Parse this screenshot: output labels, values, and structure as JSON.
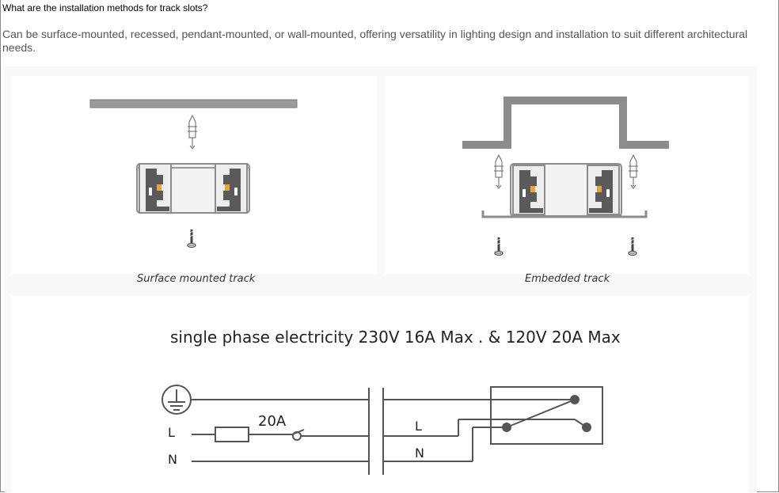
{
  "question": "What are the installation methods for track slots?",
  "answer": "Can be surface-mounted, recessed, pendant-mounted, or wall-mounted, offering versatility in lighting design and installation to suit different architectural needs.",
  "figure": {
    "captions": {
      "surface": "Surface mounted track",
      "embedded": "Embedded track"
    },
    "electricity_title": "single phase electricity  230V 16A Max . & 120V 20A Max",
    "wiring": {
      "fuse_rating": "20A",
      "left_labels": [
        "L",
        "N"
      ],
      "right_labels": [
        "L",
        "N"
      ]
    },
    "colors": {
      "rail": "#8c8c8c",
      "profile": "#5a5a5a",
      "conductor": "#e8a33a",
      "wire": "#555555"
    }
  }
}
